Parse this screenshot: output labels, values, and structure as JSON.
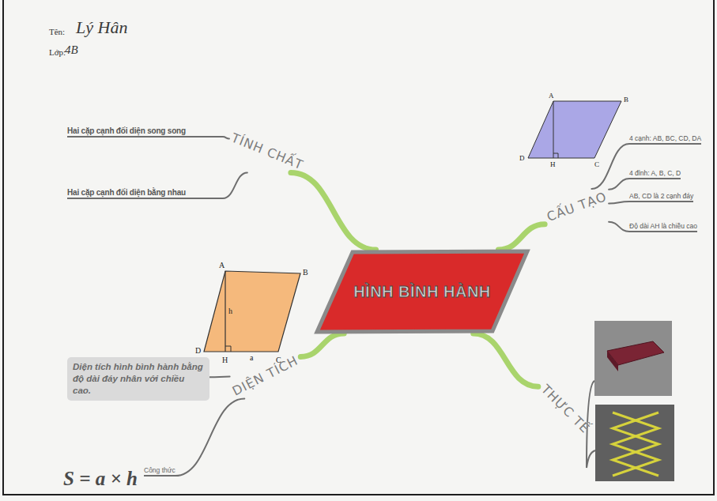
{
  "diagram": {
    "nodes": [
      {
        "text": [
          "HÌNH BÌNH HÀNH"
        ]
      },
      {
        "text": [
          "TÍNH CHẤT"
        ]
      },
      {
        "text": [
          "Hai cặp cạnh đối diện song song"
        ]
      },
      {
        "text": [
          "Hai cặp cạnh đối diện bằng nhau"
        ]
      },
      {
        "text": [
          "CẤU TẠO"
        ]
      },
      {
        "text": [
          "4 cạnh: AB, BC, CD, DA"
        ]
      },
      {
        "text": [
          "4 đỉnh: A, B, C, D"
        ]
      },
      {
        "text": [
          "AB, CD là 2 cạnh đáy"
        ]
      },
      {
        "text": [
          "Độ dài AH là chiều cao"
        ]
      },
      {
        "text": [
          "DIỆN TÍCH"
        ]
      },
      {
        "text": [
          "Diện tích hình bình hành bằng độ dài đáy nhân với chiều cao."
        ]
      },
      {
        "text": [
          "Công thức"
        ]
      },
      {
        "text": [
          "THỰC TẾ"
        ]
      }
    ],
    "edges": [
      {
        "from": 0,
        "to": 1,
        "arrow": "none"
      },
      {
        "from": 1,
        "to": 2,
        "arrow": "none"
      },
      {
        "from": 1,
        "to": 3,
        "arrow": "none"
      },
      {
        "from": 0,
        "to": 4,
        "arrow": "none"
      },
      {
        "from": 4,
        "to": 5,
        "arrow": "none"
      },
      {
        "from": 4,
        "to": 6,
        "arrow": "none"
      },
      {
        "from": 4,
        "to": 7,
        "arrow": "none"
      },
      {
        "from": 4,
        "to": 8,
        "arrow": "none"
      },
      {
        "from": 0,
        "to": 9,
        "arrow": "none"
      },
      {
        "from": 9,
        "to": 10,
        "arrow": "none"
      },
      {
        "from": 9,
        "to": 11,
        "arrow": "none"
      },
      {
        "from": 0,
        "to": 12,
        "arrow": "none"
      }
    ],
    "labels": [
      "Tên:",
      "Lý Hân",
      "Lớp:",
      "4B",
      "S = a × h",
      "A",
      "B",
      "D",
      "H",
      "C",
      "A",
      "B",
      "D",
      "H",
      "C",
      "h",
      "a"
    ]
  }
}
